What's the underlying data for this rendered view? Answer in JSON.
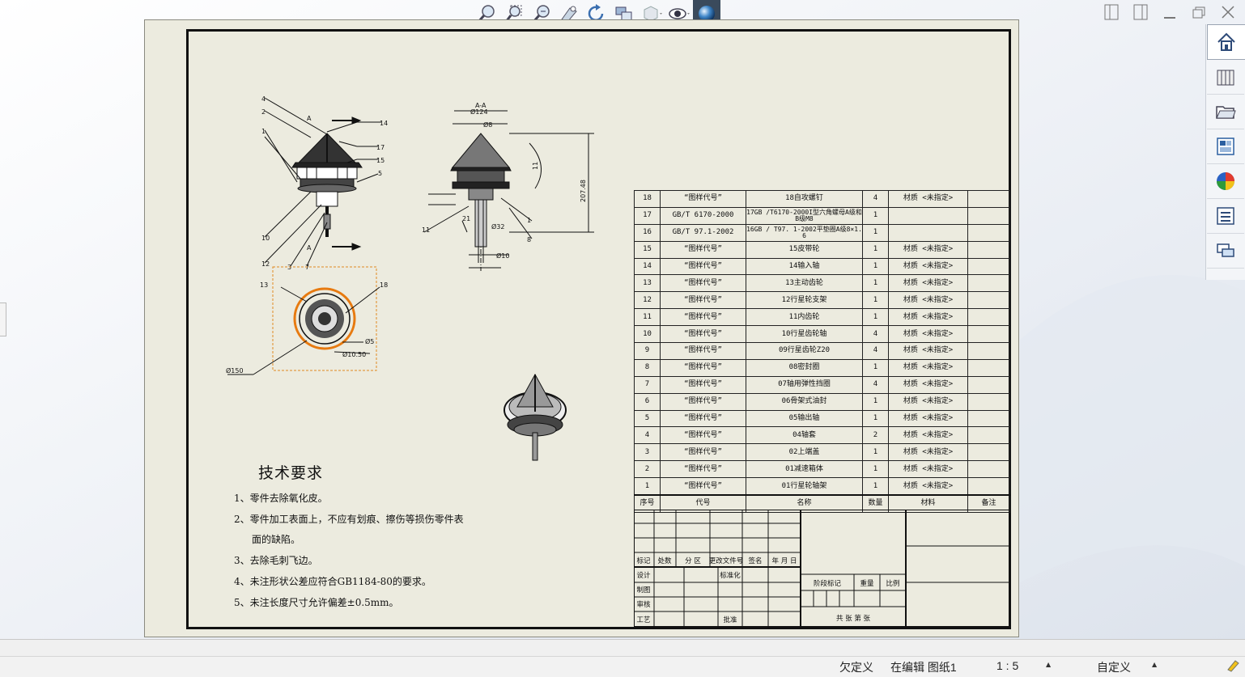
{
  "toolbar": {
    "icons": [
      "zoom-to-fit-icon",
      "zoom-to-area-icon",
      "zoom-in-out-icon",
      "previous-view-icon",
      "rotate-icon",
      "section-view-icon",
      "view-orientation-icon",
      "hide-show-icon",
      "appearance-icon"
    ]
  },
  "bom": {
    "rows": [
      {
        "no": "18",
        "code": "“图样代号”",
        "name": "18自攻螺钉",
        "qty": "4",
        "mat": "材质 <未指定>",
        "note": ""
      },
      {
        "no": "17",
        "code": "GB/T 6170-2000",
        "name": "17GB /T6170-2000I型六角螺母A级和B级M8",
        "qty": "1",
        "mat": "",
        "note": ""
      },
      {
        "no": "16",
        "code": "GB/T 97.1-2002",
        "name": "16GB / T97. 1-2002平垫圈A级8×1. 6",
        "qty": "1",
        "mat": "",
        "note": ""
      },
      {
        "no": "15",
        "code": "“图样代号”",
        "name": "15皮带轮",
        "qty": "1",
        "mat": "材质 <未指定>",
        "note": ""
      },
      {
        "no": "14",
        "code": "“图样代号”",
        "name": "14输入轴",
        "qty": "1",
        "mat": "材质 <未指定>",
        "note": ""
      },
      {
        "no": "13",
        "code": "“图样代号”",
        "name": "13主动齿轮",
        "qty": "1",
        "mat": "材质 <未指定>",
        "note": ""
      },
      {
        "no": "12",
        "code": "“图样代号”",
        "name": "12行星轮支架",
        "qty": "1",
        "mat": "材质 <未指定>",
        "note": ""
      },
      {
        "no": "11",
        "code": "“图样代号”",
        "name": "11内齿轮",
        "qty": "1",
        "mat": "材质 <未指定>",
        "note": ""
      },
      {
        "no": "10",
        "code": "“图样代号”",
        "name": "10行星齿轮轴",
        "qty": "4",
        "mat": "材质 <未指定>",
        "note": ""
      },
      {
        "no": "9",
        "code": "“图样代号”",
        "name": "09行星齿轮Z20",
        "qty": "4",
        "mat": "材质 <未指定>",
        "note": ""
      },
      {
        "no": "8",
        "code": "“图样代号”",
        "name": "08密封圈",
        "qty": "1",
        "mat": "材质 <未指定>",
        "note": ""
      },
      {
        "no": "7",
        "code": "“图样代号”",
        "name": "07轴用弹性挡圈",
        "qty": "4",
        "mat": "材质 <未指定>",
        "note": ""
      },
      {
        "no": "6",
        "code": "“图样代号”",
        "name": "06骨架式油封",
        "qty": "1",
        "mat": "材质 <未指定>",
        "note": ""
      },
      {
        "no": "5",
        "code": "“图样代号”",
        "name": "05输出轴",
        "qty": "1",
        "mat": "材质 <未指定>",
        "note": ""
      },
      {
        "no": "4",
        "code": "“图样代号”",
        "name": "04轴套",
        "qty": "2",
        "mat": "材质 <未指定>",
        "note": ""
      },
      {
        "no": "3",
        "code": "“图样代号”",
        "name": "02上端盖",
        "qty": "1",
        "mat": "材质 <未指定>",
        "note": ""
      },
      {
        "no": "2",
        "code": "“图样代号”",
        "name": "01减速箱体",
        "qty": "1",
        "mat": "材质 <未指定>",
        "note": ""
      },
      {
        "no": "1",
        "code": "“图样代号”",
        "name": "01行星轮轴架",
        "qty": "1",
        "mat": "材质 <未指定>",
        "note": ""
      }
    ],
    "header": {
      "no": "序号",
      "code": "代号",
      "name": "名称",
      "qty": "数量",
      "mat": "材料",
      "note": "备注"
    }
  },
  "title_block": {
    "row1": [
      "标记",
      "处数",
      "分 区",
      "更改文件号",
      "签名",
      "年 月 日"
    ],
    "design": "设计",
    "standard": "标准化",
    "draw": "制图",
    "review": "审核",
    "process": "工艺",
    "approve": "批准",
    "stage": "阶段标记",
    "weight": "重量",
    "scale": "比例",
    "sheets": "共   张 第   张"
  },
  "tech": {
    "title": "技术要求",
    "lines": [
      "1、零件去除氧化皮。",
      "2、零件加工表面上，不应有划痕、擦伤等损伤零件表",
      "面的缺陷。",
      "3、去除毛刺飞边。",
      "4、未注形状公差应符合GB1184-80的要求。",
      "5、未注长度尺寸允许偏差±0.5mm。"
    ]
  },
  "drawing": {
    "section_label": "A-A",
    "dims": {
      "top_w": "Ø124",
      "shaft_d": "Ø8",
      "height": "207.48",
      "bottom_d": "Ø10",
      "od": "Ø150",
      "od2": "Ø10.50",
      "hole": "Ø5",
      "angle": "11",
      "d32": "Ø32"
    },
    "labels_left": [
      "4",
      "2",
      "1",
      "14",
      "17",
      "15",
      "5",
      "10",
      "12",
      "3",
      "A",
      "A",
      "7"
    ],
    "labels_top": [
      "13",
      "18"
    ]
  },
  "right_panel": {
    "icons": [
      "home-icon",
      "library-icon",
      "open-folder-icon",
      "view-palette-icon",
      "appearance-scenes-icon",
      "custom-properties-icon",
      "forum-icon"
    ]
  },
  "status": {
    "under_defined": "欠定义",
    "editing": "在编辑 图纸1",
    "scale": "1 : 5",
    "custom": "自定义"
  }
}
